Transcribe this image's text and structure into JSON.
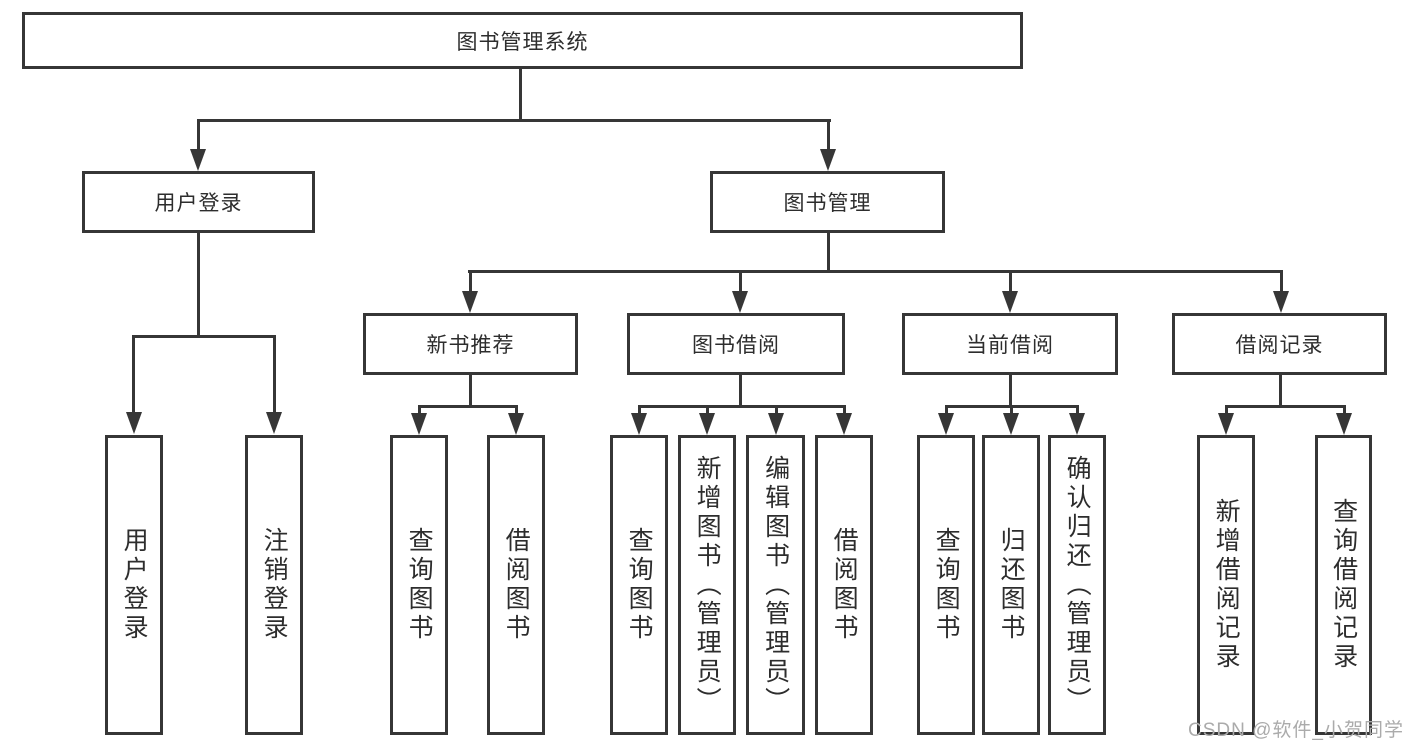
{
  "diagram": {
    "title": "图书管理系统",
    "branches": [
      {
        "label": "用户登录",
        "children": [
          {
            "label": "用户登录"
          },
          {
            "label": "注销登录"
          }
        ]
      },
      {
        "label": "图书管理",
        "children": [
          {
            "label": "新书推荐",
            "children": [
              {
                "label": "查询图书"
              },
              {
                "label": "借阅图书"
              }
            ]
          },
          {
            "label": "图书借阅",
            "children": [
              {
                "label": "查询图书"
              },
              {
                "label": "新增图书（管理员）"
              },
              {
                "label": "编辑图书（管理员）"
              },
              {
                "label": "借阅图书"
              }
            ]
          },
          {
            "label": "当前借阅",
            "children": [
              {
                "label": "查询图书"
              },
              {
                "label": "归还图书"
              },
              {
                "label": "确认归还（管理员）"
              }
            ]
          },
          {
            "label": "借阅记录",
            "children": [
              {
                "label": "新增借阅记录"
              },
              {
                "label": "查询借阅记录"
              }
            ]
          }
        ]
      }
    ]
  },
  "watermark": "CSDN @软件_小贺同学",
  "colors": {
    "line": "#363636",
    "text": "#2d2d2d",
    "watermark": "#ababab",
    "background": "#ffffff"
  }
}
